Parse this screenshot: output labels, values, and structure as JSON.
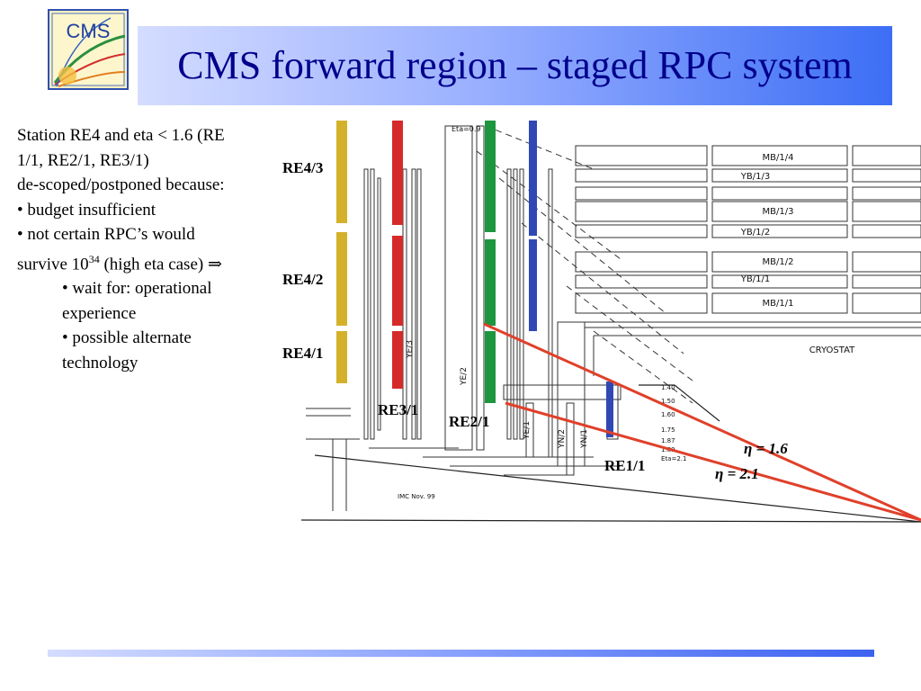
{
  "logo": {
    "text": "CMS"
  },
  "title": "CMS forward region – staged RPC system",
  "body": {
    "lines": [
      "Station RE4 and eta < 1.6 (RE",
      "1/1, RE2/1, RE3/1)",
      "de-scoped/postponed  because:",
      "• budget insufficient",
      "• not certain RPC’s would"
    ],
    "survive_prefix": "survive 10",
    "survive_exponent": "34",
    "survive_suffix": " (high eta case) ⇒",
    "sub_items": [
      "• wait for: operational",
      "experience",
      "• possible alternate",
      "technology"
    ]
  },
  "diagram": {
    "station_labels": [
      "RE4/3",
      "RE4/2",
      "RE4/1",
      "RE3/1",
      "RE2/1",
      "RE1/1"
    ],
    "eta_labels": [
      "η = 1.6",
      "η = 2.1"
    ],
    "chamber_labels": [
      "MB/1/4",
      "YB/1/3",
      "MB/1/3",
      "YB/1/2",
      "MB/1/2",
      "YB/1/1",
      "MB/1/1",
      "CRYOSTAT"
    ],
    "yoke_labels": [
      "YE/3",
      "YE/2",
      "YE/1",
      "YN/2",
      "YN/1"
    ],
    "eta_scale": [
      "1.40",
      "1.50",
      "1.60",
      "1.75",
      "1.87",
      "1.89",
      "Eta=2.1"
    ],
    "eta_top": "Eta=0.9",
    "footer_note": "IMC Nov. 99",
    "colors": {
      "re4": "#d4b12b",
      "re3": "#d62a2a",
      "re2": "#1e9640",
      "re1": "#3048b4",
      "eta_line": "#e0402a"
    }
  }
}
